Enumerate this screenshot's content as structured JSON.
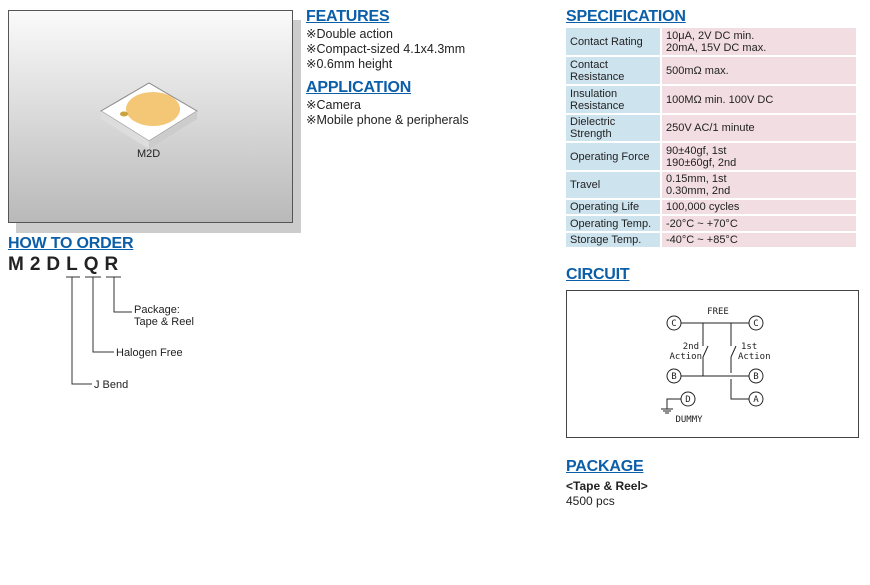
{
  "image": {
    "caption": "M2D"
  },
  "features": {
    "title": "FEATURES",
    "items": [
      "※Double action",
      "※Compact-sized 4.1x4.3mm",
      "※0.6mm height"
    ]
  },
  "application": {
    "title": "APPLICATION",
    "items": [
      "※Camera",
      "※Mobile phone & peripherals"
    ]
  },
  "how_to_order": {
    "title": "HOW TO ORDER",
    "code": "M2DLQR",
    "notes": {
      "package_1": "Package:",
      "package_2": "Tape & Reel",
      "halogen": "Halogen Free",
      "bend": "J Bend"
    }
  },
  "specification": {
    "title": "SPECIFICATION",
    "rows": [
      {
        "label": [
          "Contact Rating"
        ],
        "value": [
          "10μA, 2V DC min.",
          "20mA, 15V DC max."
        ]
      },
      {
        "label": [
          "Contact",
          "Resistance"
        ],
        "value": [
          "500mΩ max."
        ]
      },
      {
        "label": [
          "Insulation",
          "Resistance"
        ],
        "value": [
          "100MΩ min. 100V DC"
        ]
      },
      {
        "label": [
          "Dielectric",
          "Strength"
        ],
        "value": [
          "250V AC/1 minute"
        ]
      },
      {
        "label": [
          "Operating Force"
        ],
        "value": [
          "90±40gf, 1st",
          "190±60gf, 2nd"
        ]
      },
      {
        "label": [
          "Travel"
        ],
        "value": [
          "0.15mm, 1st",
          "0.30mm, 2nd"
        ]
      },
      {
        "label": [
          "Operating Life"
        ],
        "value": [
          "100,000 cycles"
        ]
      },
      {
        "label": [
          "Operating Temp."
        ],
        "value": [
          "-20°C ~ +70°C"
        ]
      },
      {
        "label": [
          "Storage Temp."
        ],
        "value": [
          "-40°C ~ +85°C"
        ]
      }
    ]
  },
  "circuit": {
    "title": "CIRCUIT",
    "free": "FREE",
    "second_1": "2nd",
    "second_2": "Action",
    "first_1": "1st",
    "first_2": "Action",
    "dummy": "DUMMY",
    "C": "C",
    "B": "B",
    "A": "A",
    "D": "D"
  },
  "package": {
    "title": "PACKAGE",
    "type": "<Tape & Reel>",
    "qty": "4500 pcs"
  }
}
